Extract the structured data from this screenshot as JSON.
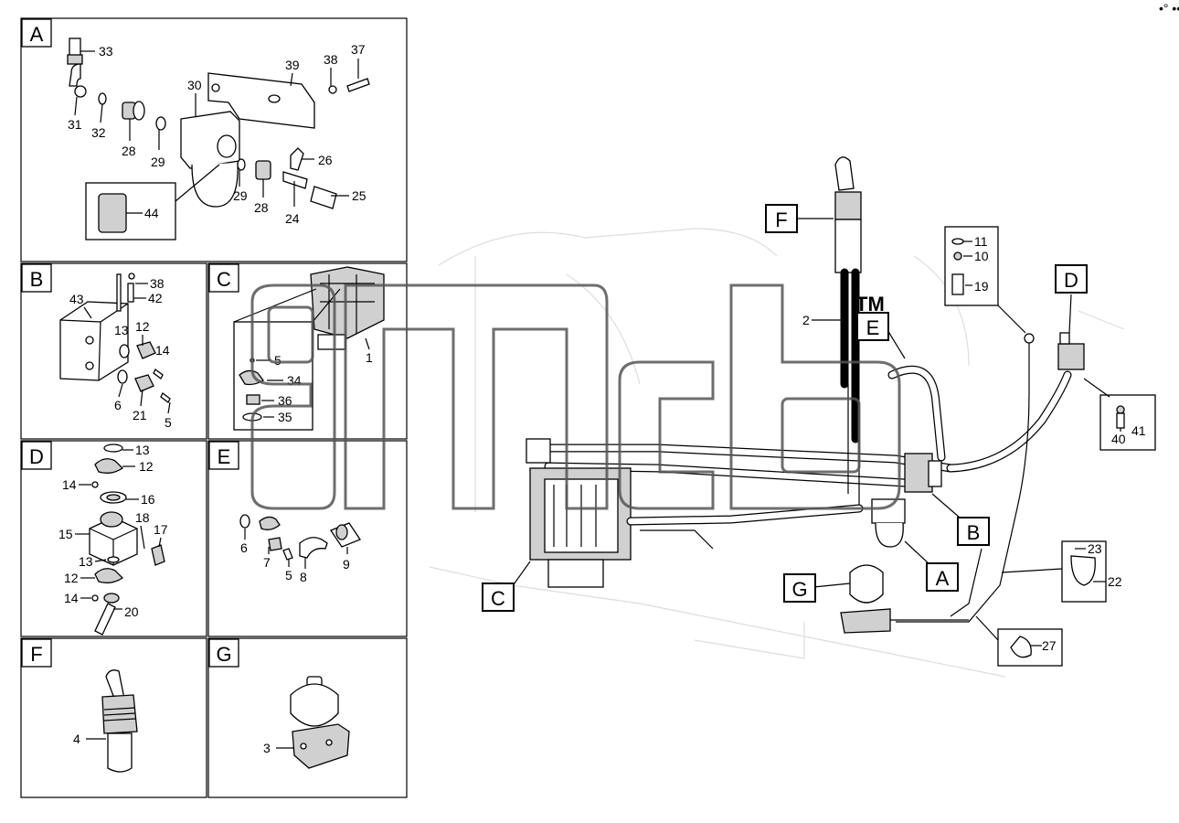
{
  "panels": [
    {
      "letter": "A",
      "labels": [
        "33",
        "39",
        "38",
        "37",
        "30",
        "31",
        "32",
        "28",
        "29",
        "26",
        "29",
        "28",
        "24",
        "25",
        "44"
      ]
    },
    {
      "letter": "B",
      "labels": [
        "38",
        "42",
        "43",
        "13",
        "12",
        "14",
        "6",
        "21",
        "5"
      ]
    },
    {
      "letter": "C",
      "labels": [
        "5",
        "34",
        "36",
        "35",
        "1"
      ]
    },
    {
      "letter": "D",
      "labels": [
        "13",
        "12",
        "14",
        "16",
        "15",
        "18",
        "17",
        "13",
        "12",
        "14",
        "20"
      ]
    },
    {
      "letter": "E",
      "labels": [
        "6",
        "7",
        "5",
        "8",
        "9"
      ]
    },
    {
      "letter": "F",
      "labels": [
        "4"
      ]
    },
    {
      "letter": "G",
      "labels": [
        "3"
      ]
    }
  ],
  "main": {
    "callouts": [
      "F",
      "E",
      "D",
      "B",
      "A",
      "C",
      "G"
    ],
    "part_numbers": [
      "2",
      "11",
      "10",
      "19",
      "40",
      "41",
      "23",
      "22",
      "27"
    ]
  },
  "watermark": {
    "text": "gmcb",
    "tm": "TM"
  },
  "corner_mark": "•° •••"
}
